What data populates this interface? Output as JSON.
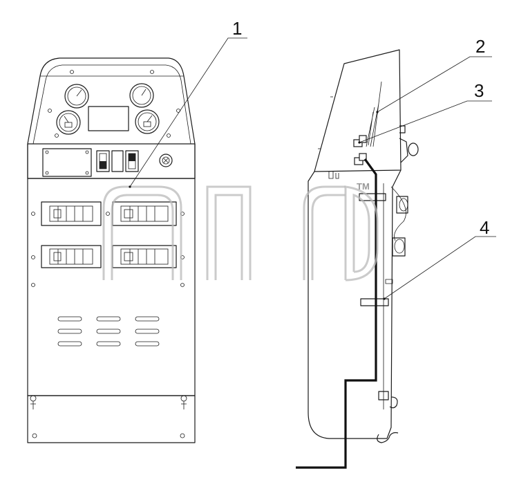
{
  "callouts": [
    {
      "label": "1"
    },
    {
      "label": "2"
    },
    {
      "label": "3"
    },
    {
      "label": "4"
    }
  ],
  "watermark": {
    "text": "TM"
  }
}
